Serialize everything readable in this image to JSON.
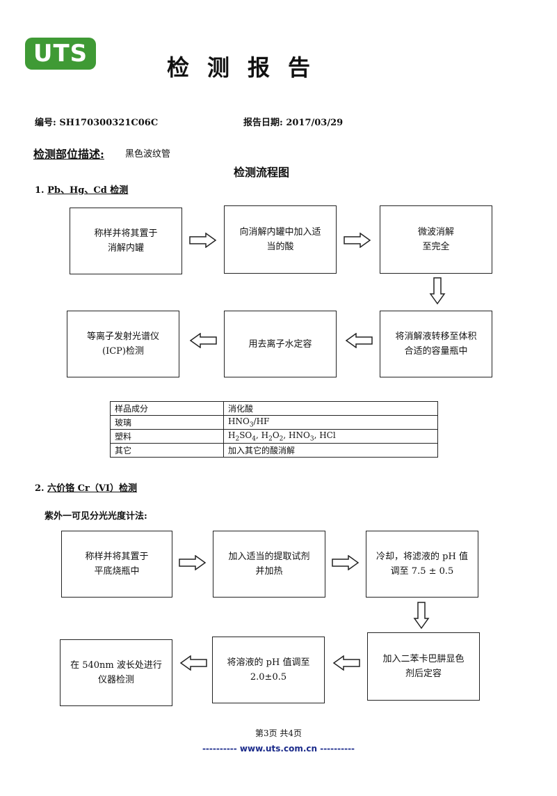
{
  "logo": {
    "text": "UTS",
    "color": "#3f9a35"
  },
  "title": "检测报告",
  "report_no": "编号: SH170300321C06C",
  "report_date": "报告日期: 2017/03/29",
  "part_label": "检测部位描述:",
  "part_value": "黑色波纹管",
  "flow_title": "检测流程图",
  "section1": {
    "prefix": "1. ",
    "title": "Pb、Hg、Cd 检测",
    "steps": [
      [
        "称样并将其置于",
        "消解内罐"
      ],
      [
        "向消解内罐中加入适",
        "当的酸"
      ],
      [
        "微波消解",
        "至完全"
      ],
      [
        "将消解液转移至体积",
        "合适的容量瓶中"
      ],
      [
        "用去离子水定容"
      ],
      [
        "等离子发射光谱仪",
        "(ICP)检测"
      ]
    ]
  },
  "table": {
    "header": [
      "样品成分",
      "消化酸"
    ],
    "rows": [
      [
        "玻璃",
        "HNO3/HF"
      ],
      [
        "塑料",
        "H2SO4, H2O2, HNO3, HCl"
      ],
      [
        "其它",
        "加入其它的酸消解"
      ]
    ]
  },
  "section2": {
    "prefix": "2. ",
    "title": "六价铬 Cr（VI）检测",
    "method": "紫外一可见分光光度计法:",
    "steps": [
      [
        "称样并将其置于",
        "平底烧瓶中"
      ],
      [
        "加入适当的提取试剂",
        "并加热"
      ],
      [
        "冷却，将滤液的 pH 值",
        "调至 7.5 ± 0.5"
      ],
      [
        "加入二苯卡巴肼显色",
        "剂后定容"
      ],
      [
        "将溶液的 pH 值调至",
        "2.0±0.5"
      ],
      [
        "在 540nm 波长处进行",
        "仪器检测"
      ]
    ]
  },
  "footer": {
    "page": "第3页  共4页",
    "url": "---------- www.uts.com.cn ----------"
  }
}
